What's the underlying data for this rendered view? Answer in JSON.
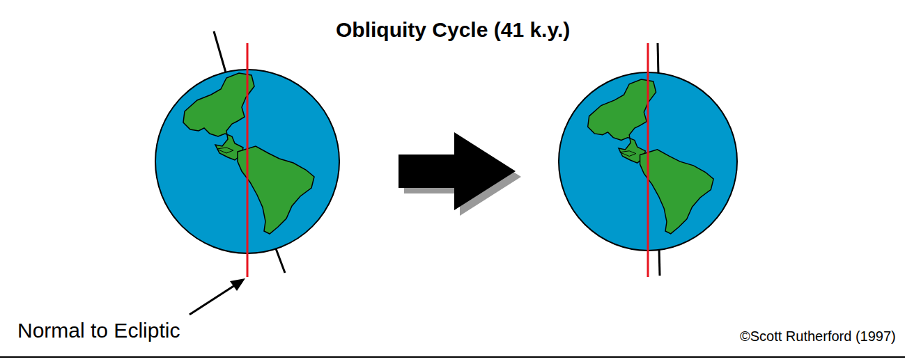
{
  "diagram": {
    "title": "Obliquity Cycle (41 k.y.)",
    "labels": [
      "Normal to Ecliptic",
      "©Scott Rutherford (1997)"
    ]
  }
}
